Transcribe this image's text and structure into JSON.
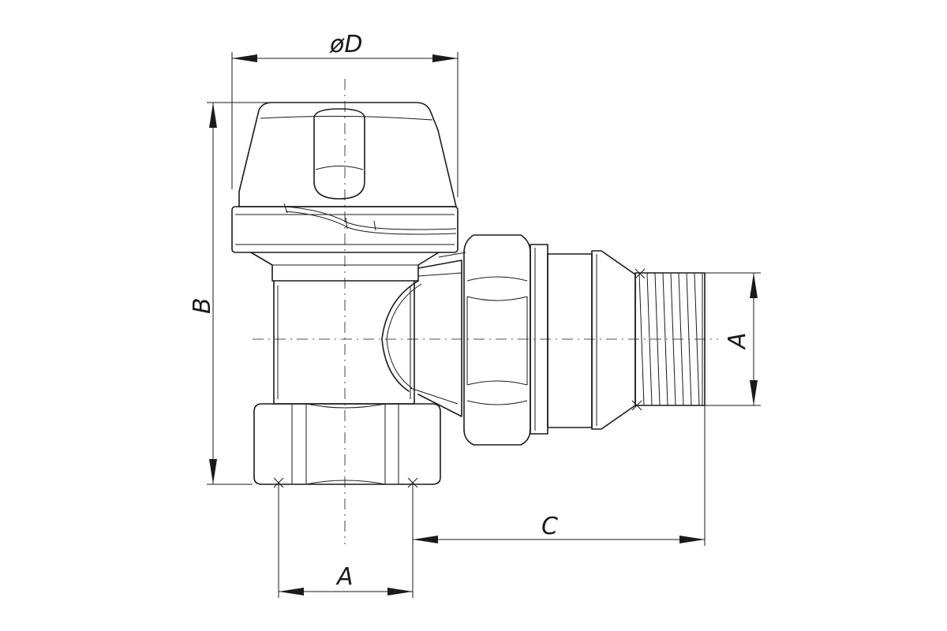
{
  "dimensions": {
    "diameter": "øD",
    "height": "B",
    "thread_side": "A",
    "thread_bottom": "A",
    "offset": "C"
  }
}
